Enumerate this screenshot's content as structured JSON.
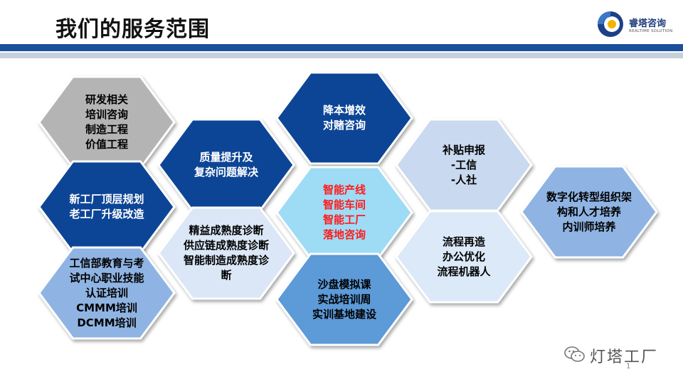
{
  "header": {
    "title": "我们的服务范围",
    "logo_name": "睿塔咨询",
    "logo_sub": "REALTIME SOLUTION"
  },
  "colors": {
    "band_dark": "#1a4f9a",
    "band_light": "#c6cfdc",
    "text_red": "#ff1a1a"
  },
  "hexagons": [
    {
      "id": "rd",
      "text": "研发相关\n培训咨询\n制造工程\n价值工程",
      "fill": "#b4b4b4",
      "text_color": "#000000"
    },
    {
      "id": "new-factory",
      "text": "新工厂顶层规划\n老工厂升级改造",
      "fill": "#0e4596",
      "text_color": "#ffffff"
    },
    {
      "id": "miit",
      "text": "工信部教育与考\n试中心职业技能\n认证培训\nCMMM培训\nDCMM培训",
      "fill": "#8fb4e3",
      "text_color": "#000000"
    },
    {
      "id": "quality",
      "text": "质量提升及\n复杂问题解决",
      "fill": "#0e4596",
      "text_color": "#ffffff"
    },
    {
      "id": "maturity",
      "text": "精益成熟度诊断\n供应链成熟度诊断\n智能制造成熟度诊\n断",
      "fill": "#dbe7f7",
      "text_color": "#000000"
    },
    {
      "id": "cost",
      "text": "降本增效\n对赌咨询",
      "fill": "#0e4596",
      "text_color": "#ffffff"
    },
    {
      "id": "smart",
      "text": "智能产线\n智能车间\n智能工厂\n落地咨询",
      "fill": "#9edcf6",
      "text_color": "#ff1a1a"
    },
    {
      "id": "sandbox",
      "text": "沙盘模拟课\n实战培训周\n实训基地建设",
      "fill": "#5b9ad8",
      "text_color": "#000000"
    },
    {
      "id": "subsidy",
      "text": "补贴申报\n-工信\n-人社",
      "fill": "#c9d9ef",
      "text_color": "#000000"
    },
    {
      "id": "process",
      "text": "流程再造\n办公优化\n流程机器人",
      "fill": "#dbe9f8",
      "text_color": "#000000"
    },
    {
      "id": "digital",
      "text": "数字化转型组织架\n构和人才培养\n内训师培养",
      "fill": "#8fb4e3",
      "text_color": "#000000"
    }
  ],
  "watermark": {
    "text": "灯塔工厂",
    "icon": "wechat-icon"
  },
  "page_number": "1"
}
